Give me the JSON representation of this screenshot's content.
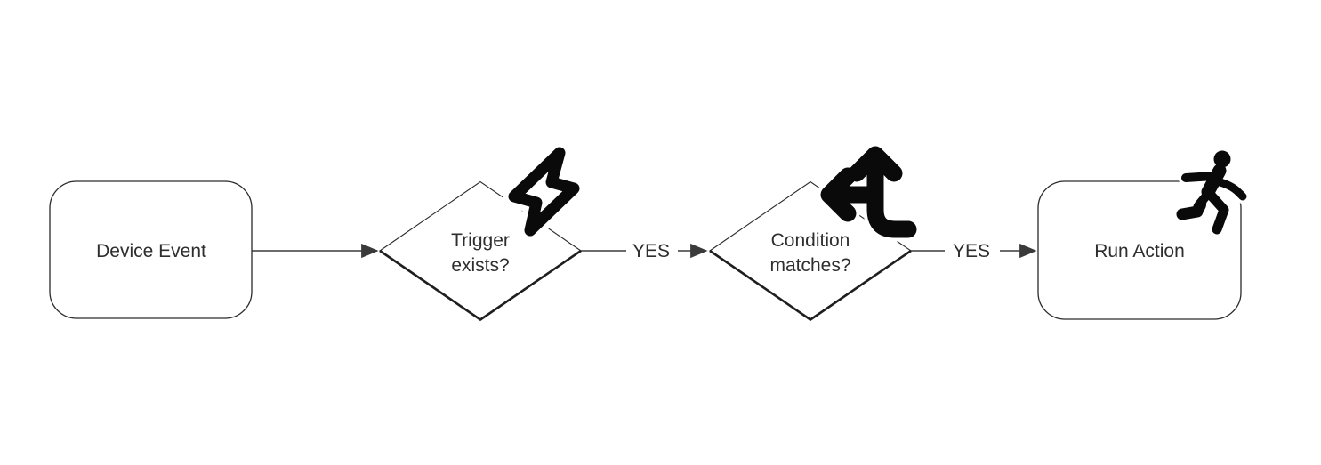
{
  "diagram": {
    "type": "flowchart",
    "direction": "left-to-right",
    "nodes": [
      {
        "id": "device-event",
        "shape": "rounded-rect",
        "label": "Device Event",
        "icon": null
      },
      {
        "id": "trigger-exists",
        "shape": "decision-diamond",
        "label": "Trigger exists?",
        "icon": "lightning-bolt-icon"
      },
      {
        "id": "condition-matches",
        "shape": "decision-diamond",
        "label": "Condition matches?",
        "icon": "split-arrows-icon"
      },
      {
        "id": "run-action",
        "shape": "rounded-rect",
        "label": "Run Action",
        "icon": "person-running-icon"
      }
    ],
    "edges": [
      {
        "from": "device-event",
        "to": "trigger-exists",
        "label": ""
      },
      {
        "from": "trigger-exists",
        "to": "condition-matches",
        "label": "YES"
      },
      {
        "from": "condition-matches",
        "to": "run-action",
        "label": "YES"
      }
    ],
    "colors": {
      "background": "#ffffff",
      "shape_stroke": "#2a2a2a",
      "edge_stroke": "#3a3a3a",
      "text": "#2e2e2e",
      "icon": "#0a0a0a"
    }
  }
}
